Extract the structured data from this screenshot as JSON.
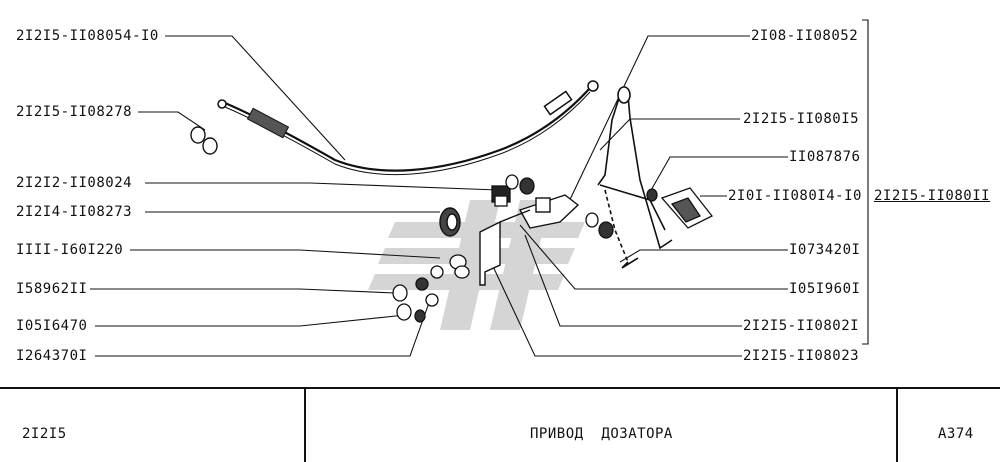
{
  "labels_left": [
    {
      "id": "cable",
      "text": "2I2I5-II08054-I0"
    },
    {
      "id": "clip",
      "text": "2I2I5-II08278"
    },
    {
      "id": "bushing",
      "text": "2I2I2-II08024"
    },
    {
      "id": "grommet",
      "text": "2I2I4-II08273"
    },
    {
      "id": "bolt",
      "text": "IIII-I60I220"
    },
    {
      "id": "washer-a",
      "text": "I58962II"
    },
    {
      "id": "nut-a",
      "text": "I05I6470"
    },
    {
      "id": "nut-b",
      "text": "I264370I"
    }
  ],
  "labels_right": [
    {
      "id": "pedal-axis",
      "text": "2I08-II08052"
    },
    {
      "id": "pedal-lever",
      "text": "2I2I5-II080I5"
    },
    {
      "id": "bushing-b",
      "text": "II087876"
    },
    {
      "id": "pedal-pad",
      "text": "2I0I-II080I4-I0"
    },
    {
      "id": "spring",
      "text": "I073420I"
    },
    {
      "id": "clip-b",
      "text": "I05I960I"
    },
    {
      "id": "bracket-a",
      "text": "2I2I5-II0802I"
    },
    {
      "id": "bracket-b",
      "text": "2I2I5-II08023"
    }
  ],
  "assembly_label": "2I2I5-II080II",
  "title_block": {
    "model": "2I2I5",
    "title": "ПРИВОД  ДОЗАТОРА",
    "sheet": "A374"
  },
  "colors": {
    "ink": "#111111",
    "watermark": "#bdbdbd"
  }
}
